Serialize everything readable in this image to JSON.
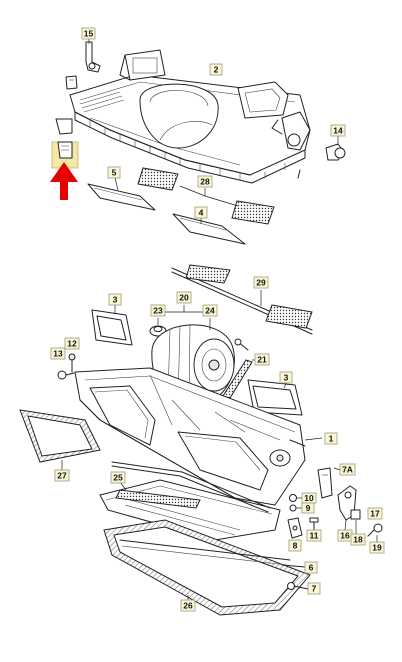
{
  "colors": {
    "callout_fill": "#fbf7d6",
    "callout_stroke": "#9a9a7a",
    "highlight": "#f5e7a6",
    "arrow": "#e60000",
    "line": "#222222"
  },
  "callouts": {
    "c15": "15",
    "c2": "2",
    "c14": "14",
    "c5": "5",
    "c28": "28",
    "c4": "4",
    "c29": "29",
    "c20": "20",
    "c23": "23",
    "c24": "24",
    "c3a": "3",
    "c3b": "3",
    "c21": "21",
    "c13": "13",
    "c12": "12",
    "c1": "1",
    "c7a": "7A",
    "c27": "27",
    "c25": "25",
    "c10": "10",
    "c9": "9",
    "c11": "11",
    "c8": "8",
    "c16": "16",
    "c18": "18",
    "c19": "19",
    "c17": "17",
    "c6": "6",
    "c7": "7",
    "c26": "26"
  },
  "icons": {
    "arrow": "red-arrow-icon"
  }
}
